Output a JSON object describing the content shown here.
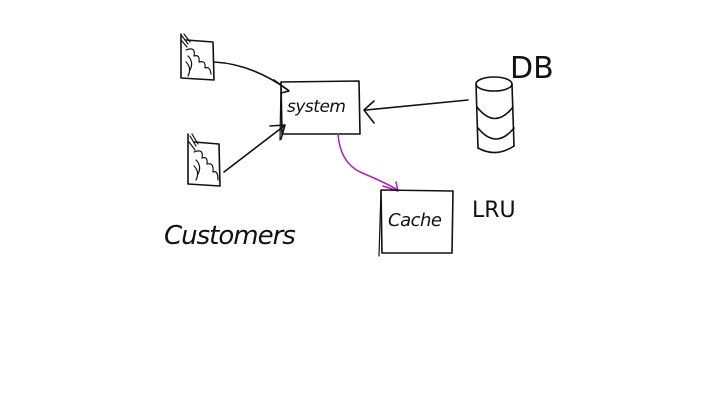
{
  "diagram": {
    "nodes": {
      "system": {
        "label": "system"
      },
      "cache": {
        "label": "Cache"
      },
      "db": {
        "label": "DB"
      },
      "lru": {
        "label": "LRU"
      },
      "customers": {
        "label": "Customers"
      }
    },
    "edges": [
      {
        "from": "customer-1",
        "to": "system",
        "color": "#111111"
      },
      {
        "from": "customer-2",
        "to": "system",
        "color": "#111111"
      },
      {
        "from": "db",
        "to": "system",
        "color": "#111111"
      },
      {
        "from": "system",
        "to": "cache",
        "color": "#b01ab8"
      }
    ],
    "colors": {
      "ink": "#111111",
      "accent": "#b01ab8",
      "background": "#ffffff"
    }
  }
}
